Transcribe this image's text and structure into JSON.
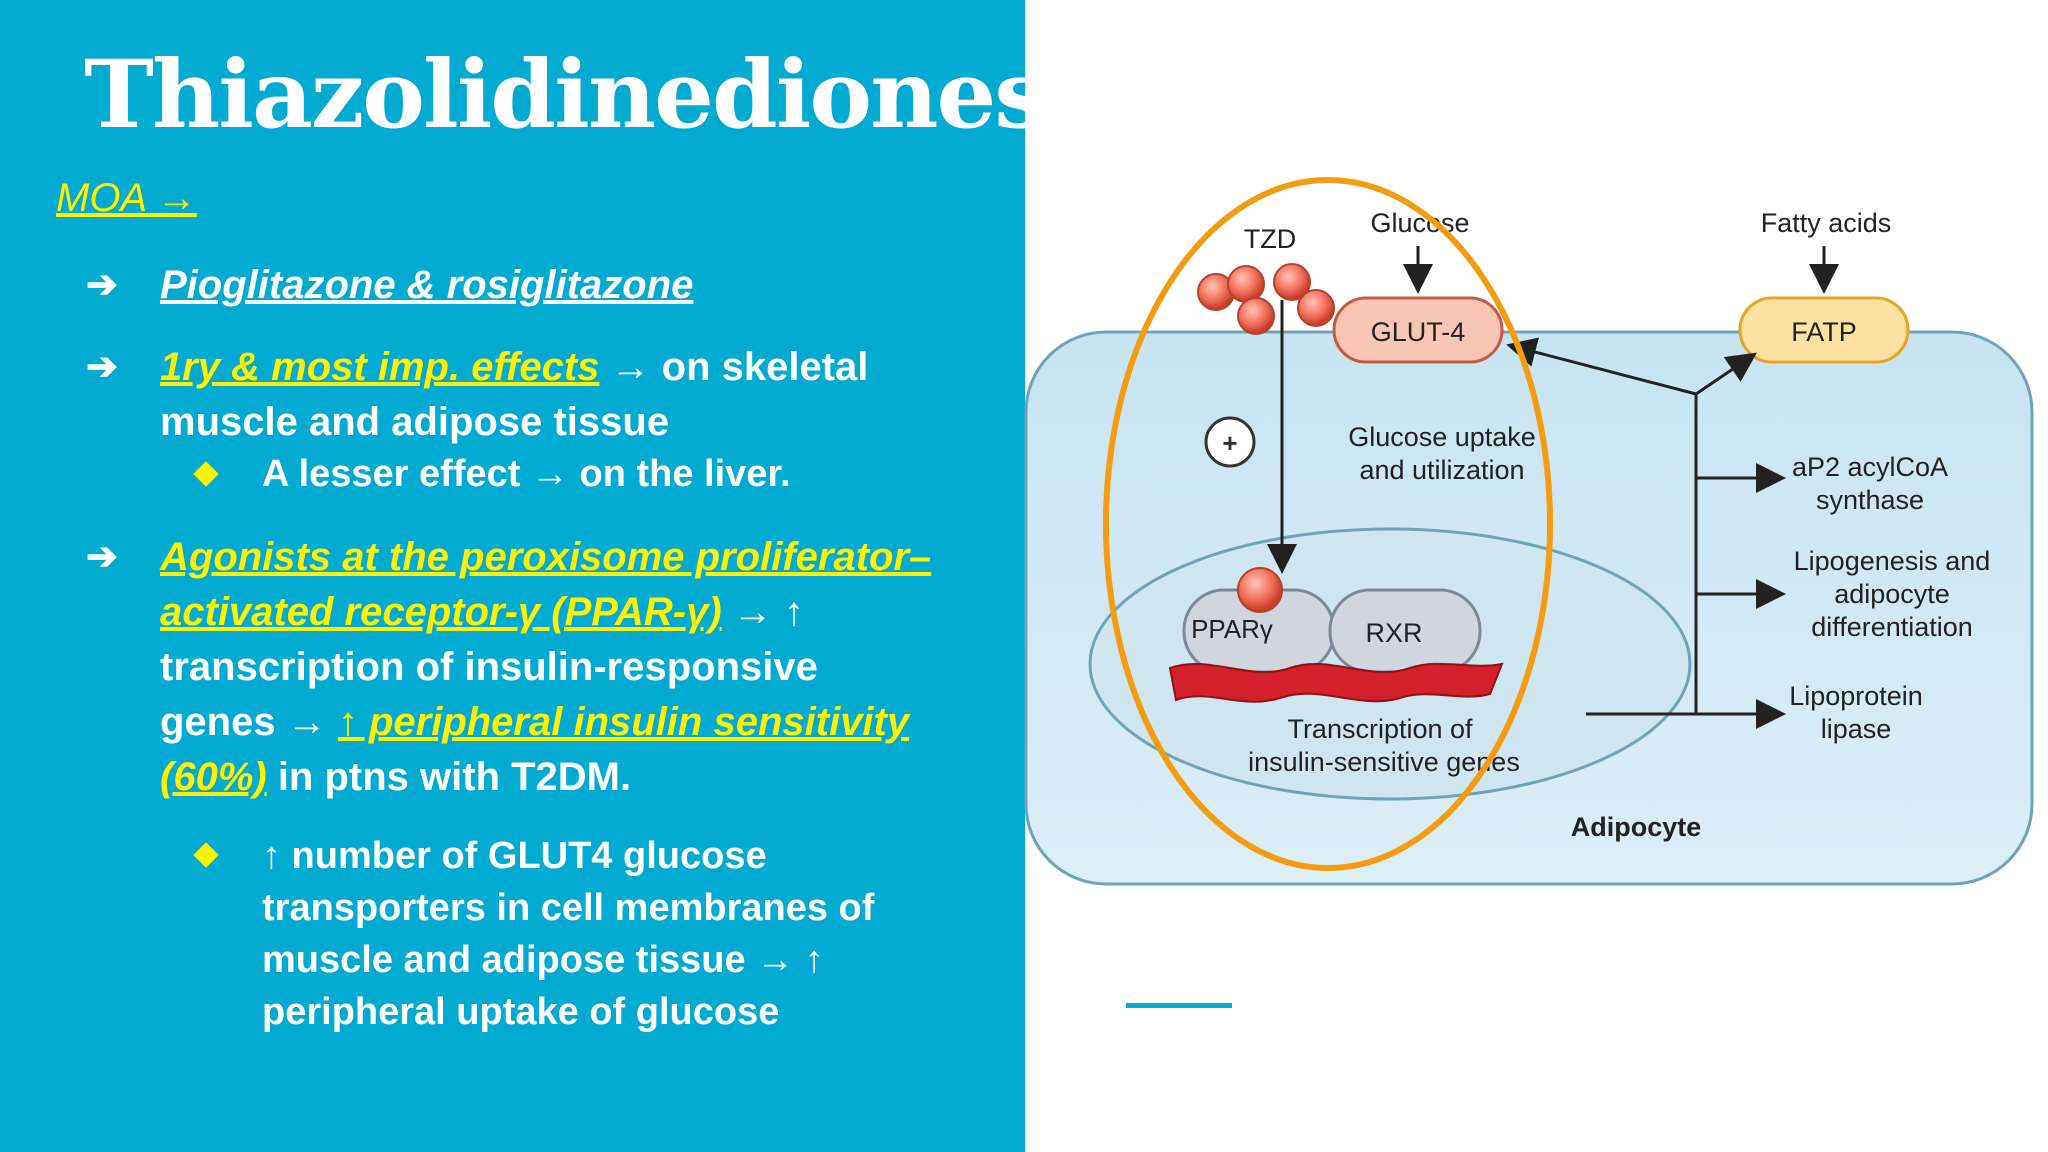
{
  "title": "Thiazolidinediones",
  "moa": "MOA →",
  "bullets": {
    "b1": {
      "hl": "Pioglitazone & rosiglitazone"
    },
    "b2": {
      "hl": "1ry & most imp. effects",
      "text1": " → on skeletal",
      "text2": "muscle and adipose tissue",
      "sub": "A lesser effect → on the liver."
    },
    "b3": {
      "hl1": "Agonists at the peroxisome proliferator–",
      "hl2": "activated receptor-γ (PPAR-γ)",
      "text1": " → ↑",
      "text2": "transcription of insulin-responsive",
      "text3": "genes → ",
      "hl3": "↑ peripheral insulin sensitivity",
      "hl4": "(60%)",
      "text4": " in ptns with T2DM.",
      "sub1": "↑ number of GLUT4 glucose",
      "sub2": "transporters in cell membranes of",
      "sub3": "muscle and adipose tissue → ↑",
      "sub4": "peripheral uptake of glucose"
    }
  },
  "diagram": {
    "tzd": "TZD",
    "glucose": "Glucose",
    "fatty_acids": "Fatty acids",
    "glut4": "GLUT-4",
    "fatp": "FATP",
    "plus": "+",
    "uptake1": "Glucose uptake",
    "uptake2": "and utilization",
    "ppar": "PPARγ",
    "rxr": "RXR",
    "transcription1": "Transcription of",
    "transcription2": "insulin-sensitive genes",
    "ap2_1": "aP2 acylCoA",
    "ap2_2": "synthase",
    "lipo1": "Lipogenesis and",
    "lipo2": "adipocyte",
    "lipo3": "differentiation",
    "lpl1": "Lipoprotein",
    "lpl2": "lipase",
    "adipocyte": "Adipocyte"
  },
  "colors": {
    "panel": "#00AAD1",
    "highlight": "#FFF200",
    "circle": "#F39C12",
    "cell": "#D6ECF6"
  }
}
